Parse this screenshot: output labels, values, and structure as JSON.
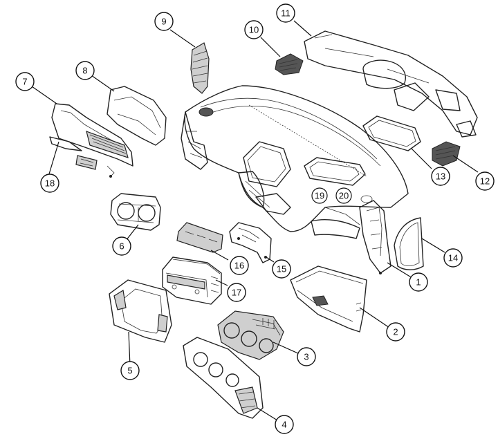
{
  "callouts": [
    {
      "n": "1"
    },
    {
      "n": "2"
    },
    {
      "n": "3"
    },
    {
      "n": "4"
    },
    {
      "n": "5"
    },
    {
      "n": "6"
    },
    {
      "n": "7"
    },
    {
      "n": "8"
    },
    {
      "n": "9"
    },
    {
      "n": "10"
    },
    {
      "n": "11"
    },
    {
      "n": "12"
    },
    {
      "n": "13"
    },
    {
      "n": "14"
    },
    {
      "n": "15"
    },
    {
      "n": "16"
    },
    {
      "n": "17"
    },
    {
      "n": "18"
    }
  ],
  "part_labels": [
    {
      "n": "19"
    },
    {
      "n": "20"
    }
  ]
}
